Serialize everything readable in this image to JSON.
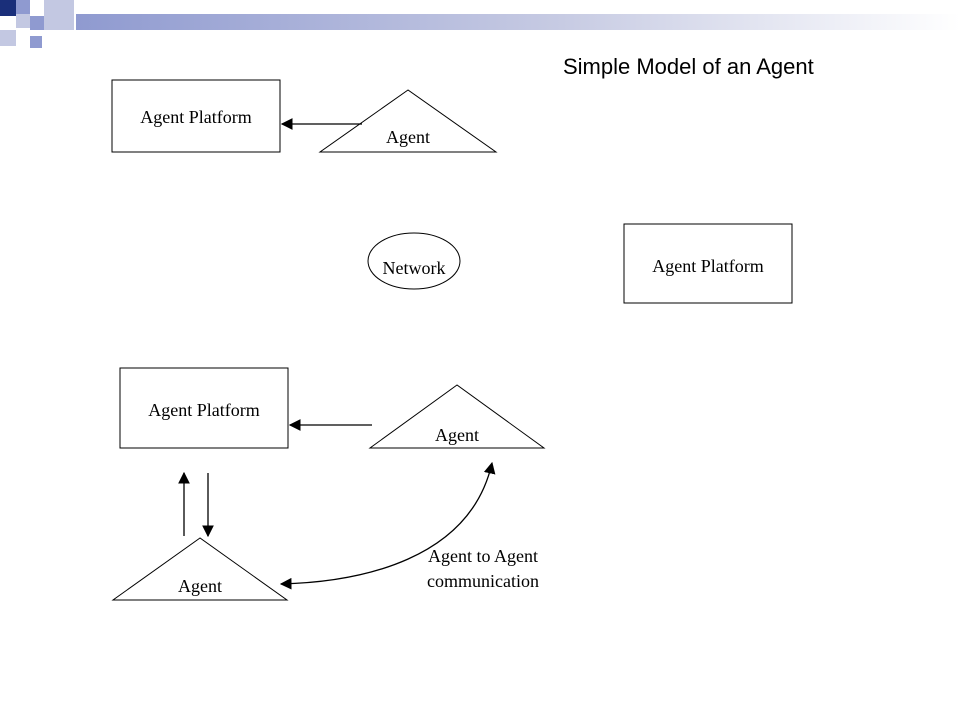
{
  "slide": {
    "title": "Simple Model of an Agent",
    "decoration_colors": [
      "#1a2f7a",
      "#8f9ad0",
      "#c3c8e2"
    ]
  },
  "diagram": {
    "top_platform": "Agent Platform",
    "top_agent": "Agent",
    "network": "Network",
    "right_platform": "Agent Platform",
    "bottom_platform": "Agent Platform",
    "bottom_agent_right": "Agent",
    "bottom_agent_left": "Agent",
    "communication_label_line1": "Agent to Agent",
    "communication_label_line2": "communication"
  }
}
